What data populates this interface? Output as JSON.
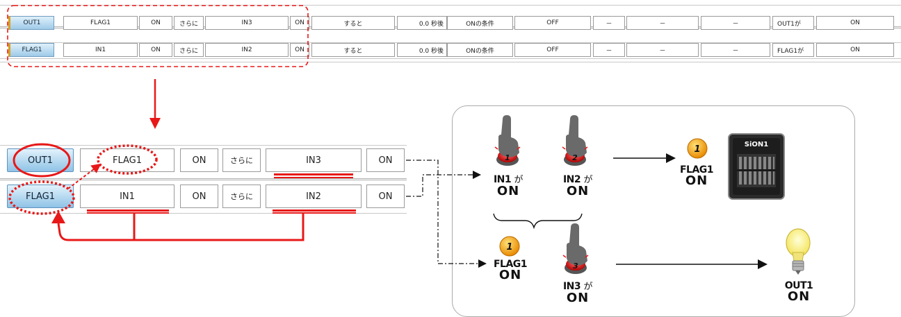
{
  "table": {
    "rows": [
      {
        "output": "OUT1",
        "cond1": "FLAG1",
        "state1": "ON",
        "join": "さらに",
        "cond2": "IN3",
        "state2": "ON",
        "timing": "すると",
        "delay": "0.0 秒後",
        "condition_label": "ONの条件",
        "off_value": "OFF",
        "dash1": "－",
        "dash2": "－",
        "dash3": "－",
        "target": "OUT1が",
        "result": "ON"
      },
      {
        "output": "FLAG1",
        "cond1": "IN1",
        "state1": "ON",
        "join": "さらに",
        "cond2": "IN2",
        "state2": "ON",
        "timing": "すると",
        "delay": "0.0 秒後",
        "condition_label": "ONの条件",
        "off_value": "OFF",
        "dash1": "－",
        "dash2": "－",
        "dash3": "－",
        "target": "FLAG1が",
        "result": "ON"
      }
    ]
  },
  "zoom": {
    "rows": [
      {
        "output": "OUT1",
        "cond1": "FLAG1",
        "state1": "ON",
        "join": "さらに",
        "cond2": "IN3",
        "state2": "ON"
      },
      {
        "output": "FLAG1",
        "cond1": "IN1",
        "state1": "ON",
        "join": "さらに",
        "cond2": "IN2",
        "state2": "ON"
      }
    ]
  },
  "diagram": {
    "in1": {
      "name": "IN1",
      "suffix": "が",
      "state": "ON",
      "badge": "1"
    },
    "in2": {
      "name": "IN2",
      "suffix": "が",
      "state": "ON",
      "badge": "2"
    },
    "flag_top": {
      "name": "FLAG1",
      "state": "ON",
      "badge": "1"
    },
    "device": {
      "name": "SiON1"
    },
    "flag_bottom": {
      "name": "FLAG1",
      "state": "ON",
      "badge": "1"
    },
    "in3": {
      "name": "IN3",
      "suffix": "が",
      "state": "ON",
      "badge": "3"
    },
    "out1": {
      "name": "OUT1",
      "state": "ON"
    }
  },
  "colors": {
    "highlight_red": "#e81818",
    "button_blue": "#8fc3e6",
    "flag_orange": "#f0a020"
  }
}
